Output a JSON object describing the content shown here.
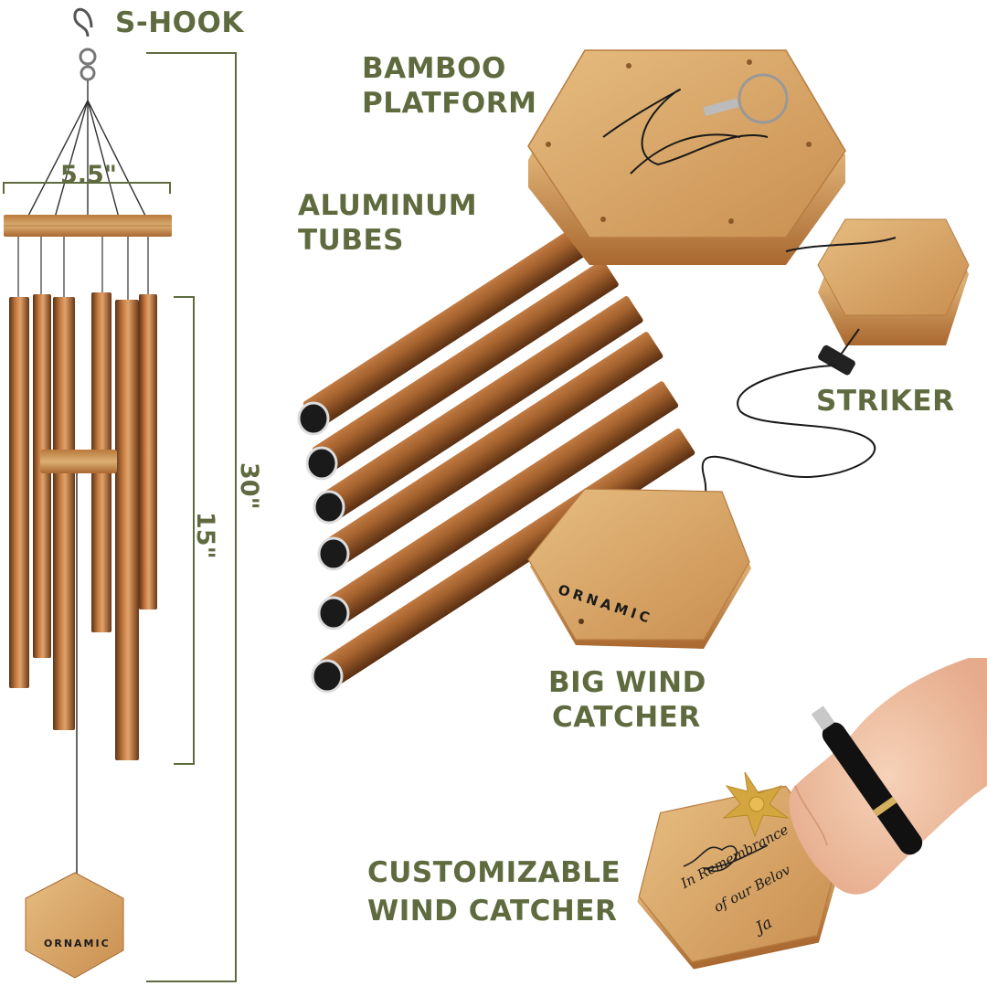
{
  "labels": {
    "s_hook": "S-HOOK",
    "bamboo_platform_l1": "BAMBOO",
    "bamboo_platform_l2": "PLATFORM",
    "aluminum_tubes_l1": "ALUMINUM",
    "aluminum_tubes_l2": "TUBES",
    "striker": "STRIKER",
    "big_wind_catcher_l1": "BIG WIND",
    "big_wind_catcher_l2": "CATCHER",
    "custom_catcher_l1": "CUSTOMIZABLE",
    "custom_catcher_l2": "WIND CATCHER"
  },
  "dimensions": {
    "platform_width": "5.5\"",
    "tube_length": "15\"",
    "total_length": "30\""
  },
  "brand": {
    "wind_catcher_small": "ORNAMIC",
    "wind_catcher_big": "ORNAMIC"
  },
  "handwriting": {
    "line1": "In Remembrance",
    "line2": "of our Belov",
    "line3": "Ja"
  },
  "colors": {
    "label_text": "#5f6b3f",
    "copper": "#a8642c",
    "bamboo": "#d4a469"
  }
}
